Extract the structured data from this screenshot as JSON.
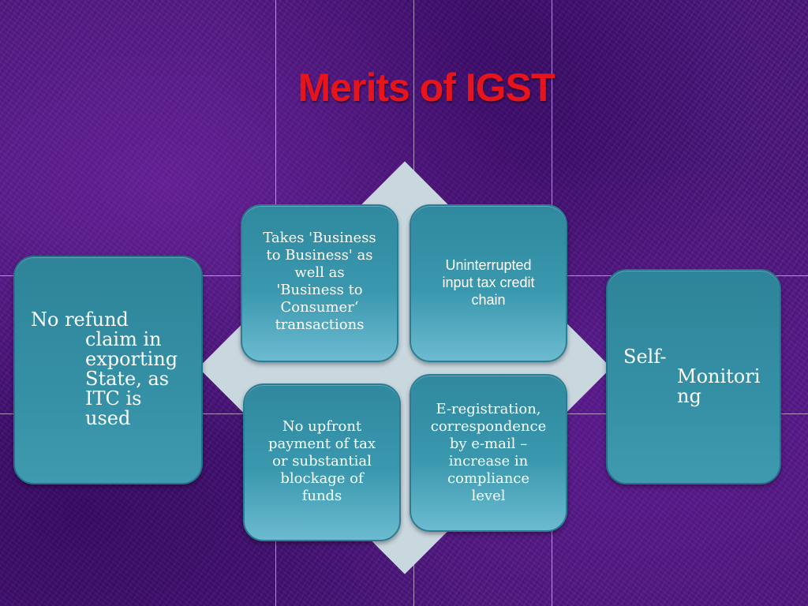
{
  "title": "Merits of IGST",
  "colors": {
    "background": "#4a137d",
    "title": "#e8141b",
    "box_fill": "#3590a6",
    "diamond": "#c9d7df",
    "text": "#ffffff"
  },
  "center_boxes": [
    {
      "lines": [
        "Takes 'Business",
        "to Business' as",
        "well as",
        "'Business to",
        "Consumer‘",
        "transactions"
      ]
    },
    {
      "lines": [
        "Uninterrupted",
        "input tax credit",
        "chain"
      ]
    },
    {
      "lines": [
        "No upfront",
        "payment of tax",
        "or substantial",
        "blockage of",
        "funds"
      ]
    },
    {
      "lines": [
        "E-registration,",
        "correspondence",
        "by e-mail –",
        "increase in",
        "compliance",
        "level"
      ]
    }
  ],
  "side_boxes": {
    "left": {
      "first_line": "No refund",
      "indented_lines": [
        "claim in",
        "exporting",
        "State, as",
        "ITC is",
        "used"
      ]
    },
    "right": {
      "first_line": "Self-",
      "indented_lines": [
        "Monitori",
        "ng"
      ]
    }
  }
}
